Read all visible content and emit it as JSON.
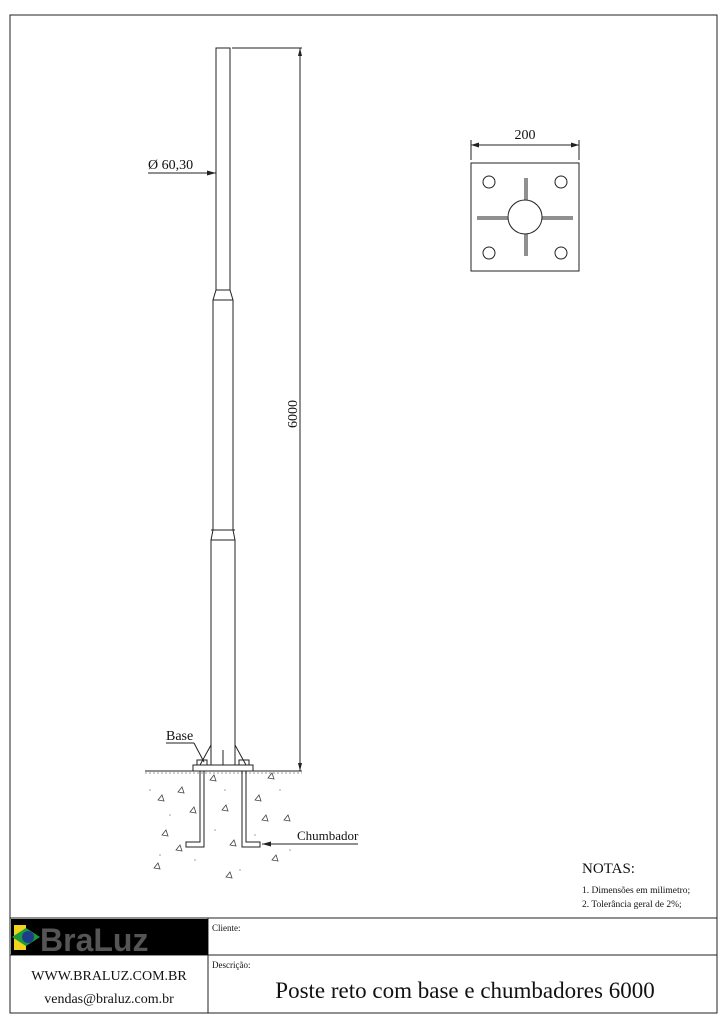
{
  "drawing": {
    "diameter_label": "Ø 60,30",
    "height_label": "6000",
    "plate_width_label": "200",
    "base_label": "Base",
    "anchor_label": "Chumbador"
  },
  "notes": {
    "title": "NOTAS:",
    "items": [
      "1. Dimensões em milimetro;",
      "2. Tolerância geral de 2%;"
    ]
  },
  "title_block": {
    "logo_text": "BraLuz",
    "client_label": "Cliente:",
    "description_label": "Descrição:",
    "website": "WWW.BRALUZ.COM.BR",
    "email": "vendas@braluz.com.br",
    "description": "Poste reto com base e chumbadores 6000"
  }
}
